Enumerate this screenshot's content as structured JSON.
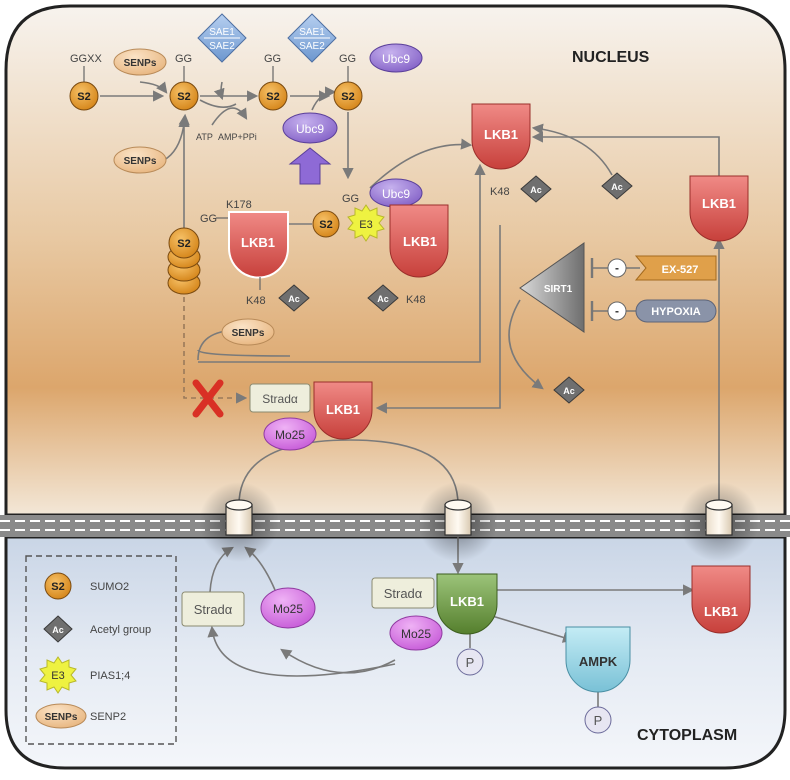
{
  "compartments": {
    "nucleus": "NUCLEUS",
    "cytoplasm": "CYTOPLASM"
  },
  "sumo_cycle": {
    "ggxx": "GGXX",
    "gg": "GG",
    "s2": "S2",
    "senps": "SENPs",
    "sae1": "SAE1",
    "sae2": "SAE2",
    "ubc9": "Ubc9",
    "atp": "ATP",
    "amp_ppi": "AMP+PPi",
    "e3": "E3",
    "k178": "K178",
    "k48": "K48"
  },
  "proteins": {
    "lkb1": "LKB1",
    "ac": "Ac",
    "strada": "Stradα",
    "mo25": "Mo25",
    "sirt1": "SIRT1",
    "ampk": "AMPK",
    "p": "P",
    "minus": "-"
  },
  "inhibitors": {
    "ex527": "EX-527",
    "hypoxia": "HYPOXIA"
  },
  "legend": {
    "items": [
      {
        "glyph": "S2",
        "label": "SUMO2"
      },
      {
        "glyph": "Ac",
        "label": "Acetyl group"
      },
      {
        "glyph": "E3",
        "label": "PIAS1;4"
      },
      {
        "glyph": "SENPs",
        "label": "SENP2"
      }
    ]
  },
  "colors": {
    "lkb1_red": "#d9534f",
    "lkb1_green": "#6a9a3c",
    "ampk_blue": "#8fd0e0",
    "sumo_orange": "#e69a2e",
    "ubc9_purple": "#9b79d6",
    "mo25_magenta": "#d27ae0",
    "sae_blue": "#7ea7d8",
    "senps_tan": "#f0c89a",
    "e3_yellow": "#f2f23c",
    "acetyl_gray": "#6f6f6f",
    "ex527_orange": "#e0a04a",
    "hypoxia_slate": "#8a93a8",
    "block_red": "#d93025"
  }
}
